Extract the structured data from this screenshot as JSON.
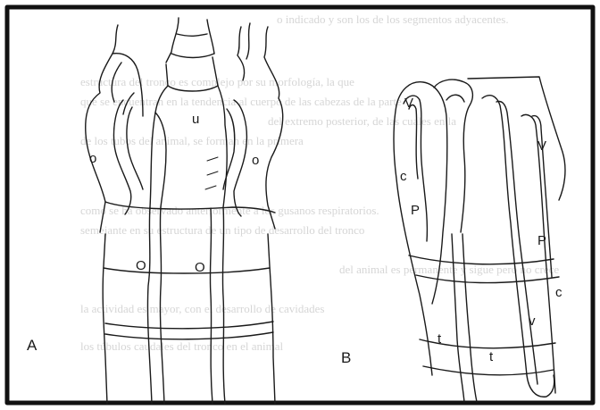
{
  "figure": {
    "panels": [
      {
        "id": "A",
        "label": "A"
      },
      {
        "id": "B",
        "label": "B"
      }
    ],
    "labels_a": {
      "u": "u",
      "o_left": "o",
      "o_right": "o",
      "O_left": "O",
      "O_right": "O"
    },
    "labels_b": {
      "V_top": "V",
      "V_right": "V",
      "c_left": "c",
      "P_left": "P",
      "P_right": "P",
      "c_right": "c",
      "v": "v",
      "t_left": "t",
      "t_right": "t"
    }
  },
  "bleed_text": {
    "top": "o indicado y son los de los segmentos adyacentes.",
    "line2": "estructura del tronco es complejo por su morfología, la que",
    "line3": "que se encuentran en la tendencia al cuerpo de las cabezas de la parte",
    "line4": "del extremo posterior, de las cuales en la",
    "line5": "de los tubos del animal, se forman en la primera",
    "line6": "como se ha observado anteriormente a los gusanos respiratorios.",
    "line7": "semejante en su estructura de un tipo de desarrollo del tronco",
    "line8": "del animal es permanente y sigue pero no crece",
    "line9": "la actividad es mayor, con el desarrollo de cavidades",
    "line10": "los túbulos caudales del tronco en el animal"
  },
  "colors": {
    "ink": "#1a1a1a",
    "ghost": "#d6d6d6",
    "paper": "#ffffff",
    "frame": "#111111"
  }
}
